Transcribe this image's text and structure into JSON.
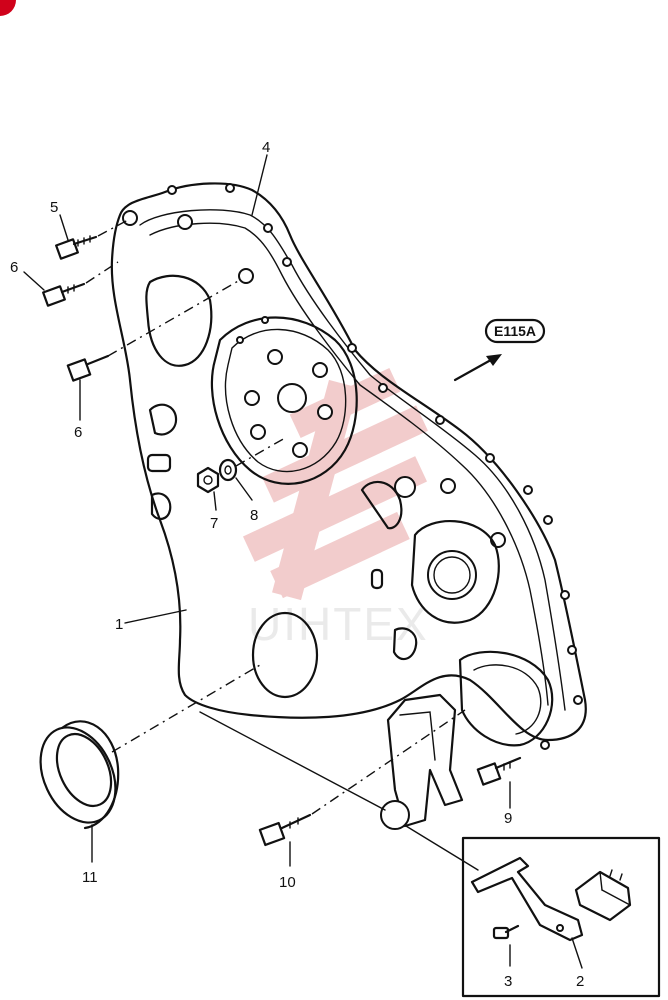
{
  "diagram": {
    "reference_tag": "E115A",
    "watermark": "UIHTEX",
    "callouts": [
      {
        "id": "callout-4",
        "label": "4"
      },
      {
        "id": "callout-5",
        "label": "5"
      },
      {
        "id": "callout-6-upper",
        "label": "6"
      },
      {
        "id": "callout-6-lower",
        "label": "6"
      },
      {
        "id": "callout-7",
        "label": "7"
      },
      {
        "id": "callout-8",
        "label": "8"
      },
      {
        "id": "callout-1",
        "label": "1"
      },
      {
        "id": "callout-11",
        "label": "11"
      },
      {
        "id": "callout-10",
        "label": "10"
      },
      {
        "id": "callout-9",
        "label": "9"
      },
      {
        "id": "callout-3",
        "label": "3"
      },
      {
        "id": "callout-2",
        "label": "2"
      }
    ],
    "colors": {
      "line": "#111111",
      "watermark": "#e8a3a3",
      "corner_badge": "#d0021b"
    }
  }
}
